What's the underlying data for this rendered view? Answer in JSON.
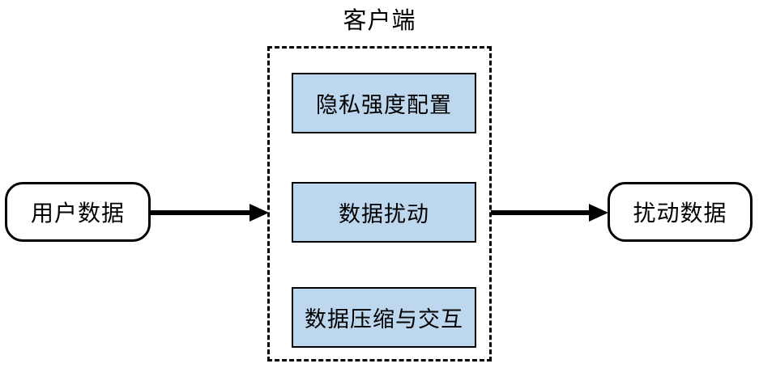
{
  "diagram": {
    "title": "客户端",
    "nodes": {
      "input": {
        "label": "用户数据"
      },
      "output": {
        "label": "扰动数据"
      }
    },
    "client_modules": [
      {
        "label": "隐私强度配置"
      },
      {
        "label": "数据扰动"
      },
      {
        "label": "数据压缩与交互"
      }
    ],
    "flow": [
      "用户数据 → 客户端",
      "客户端 → 扰动数据"
    ],
    "colors": {
      "module_fill": "#BDD7EE",
      "stroke": "#000000",
      "background": "#FFFFFF"
    }
  }
}
